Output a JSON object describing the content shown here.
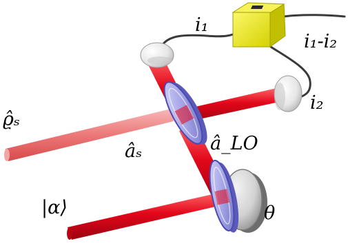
{
  "labels": {
    "i1": "i₁",
    "i1_minus_i2": "i₁-i₂",
    "i2": "i₂",
    "rho_s": "ϱ̂ₛ",
    "a_s": "âₛ",
    "a_lo": "â_LO",
    "alpha": "|α⟩",
    "theta": "θ"
  },
  "colors": {
    "beam": "#e3071a",
    "beam_light": "#f28a8a",
    "splitter_glass": "#b8b8ee",
    "splitter_edge": "#5656c0",
    "detector_box": "#e9e612",
    "detector_dome": "#e7e7e7",
    "phase_plate": "#d4d4d4",
    "wire": "#333333"
  },
  "icons": {
    "detector_box": "balanced-detector-icon",
    "detector_1": "photodiode-icon",
    "detector_2": "photodiode-icon",
    "beam_splitter": "beam-splitter-icon",
    "phase_shifter": "phase-shifter-icon"
  }
}
